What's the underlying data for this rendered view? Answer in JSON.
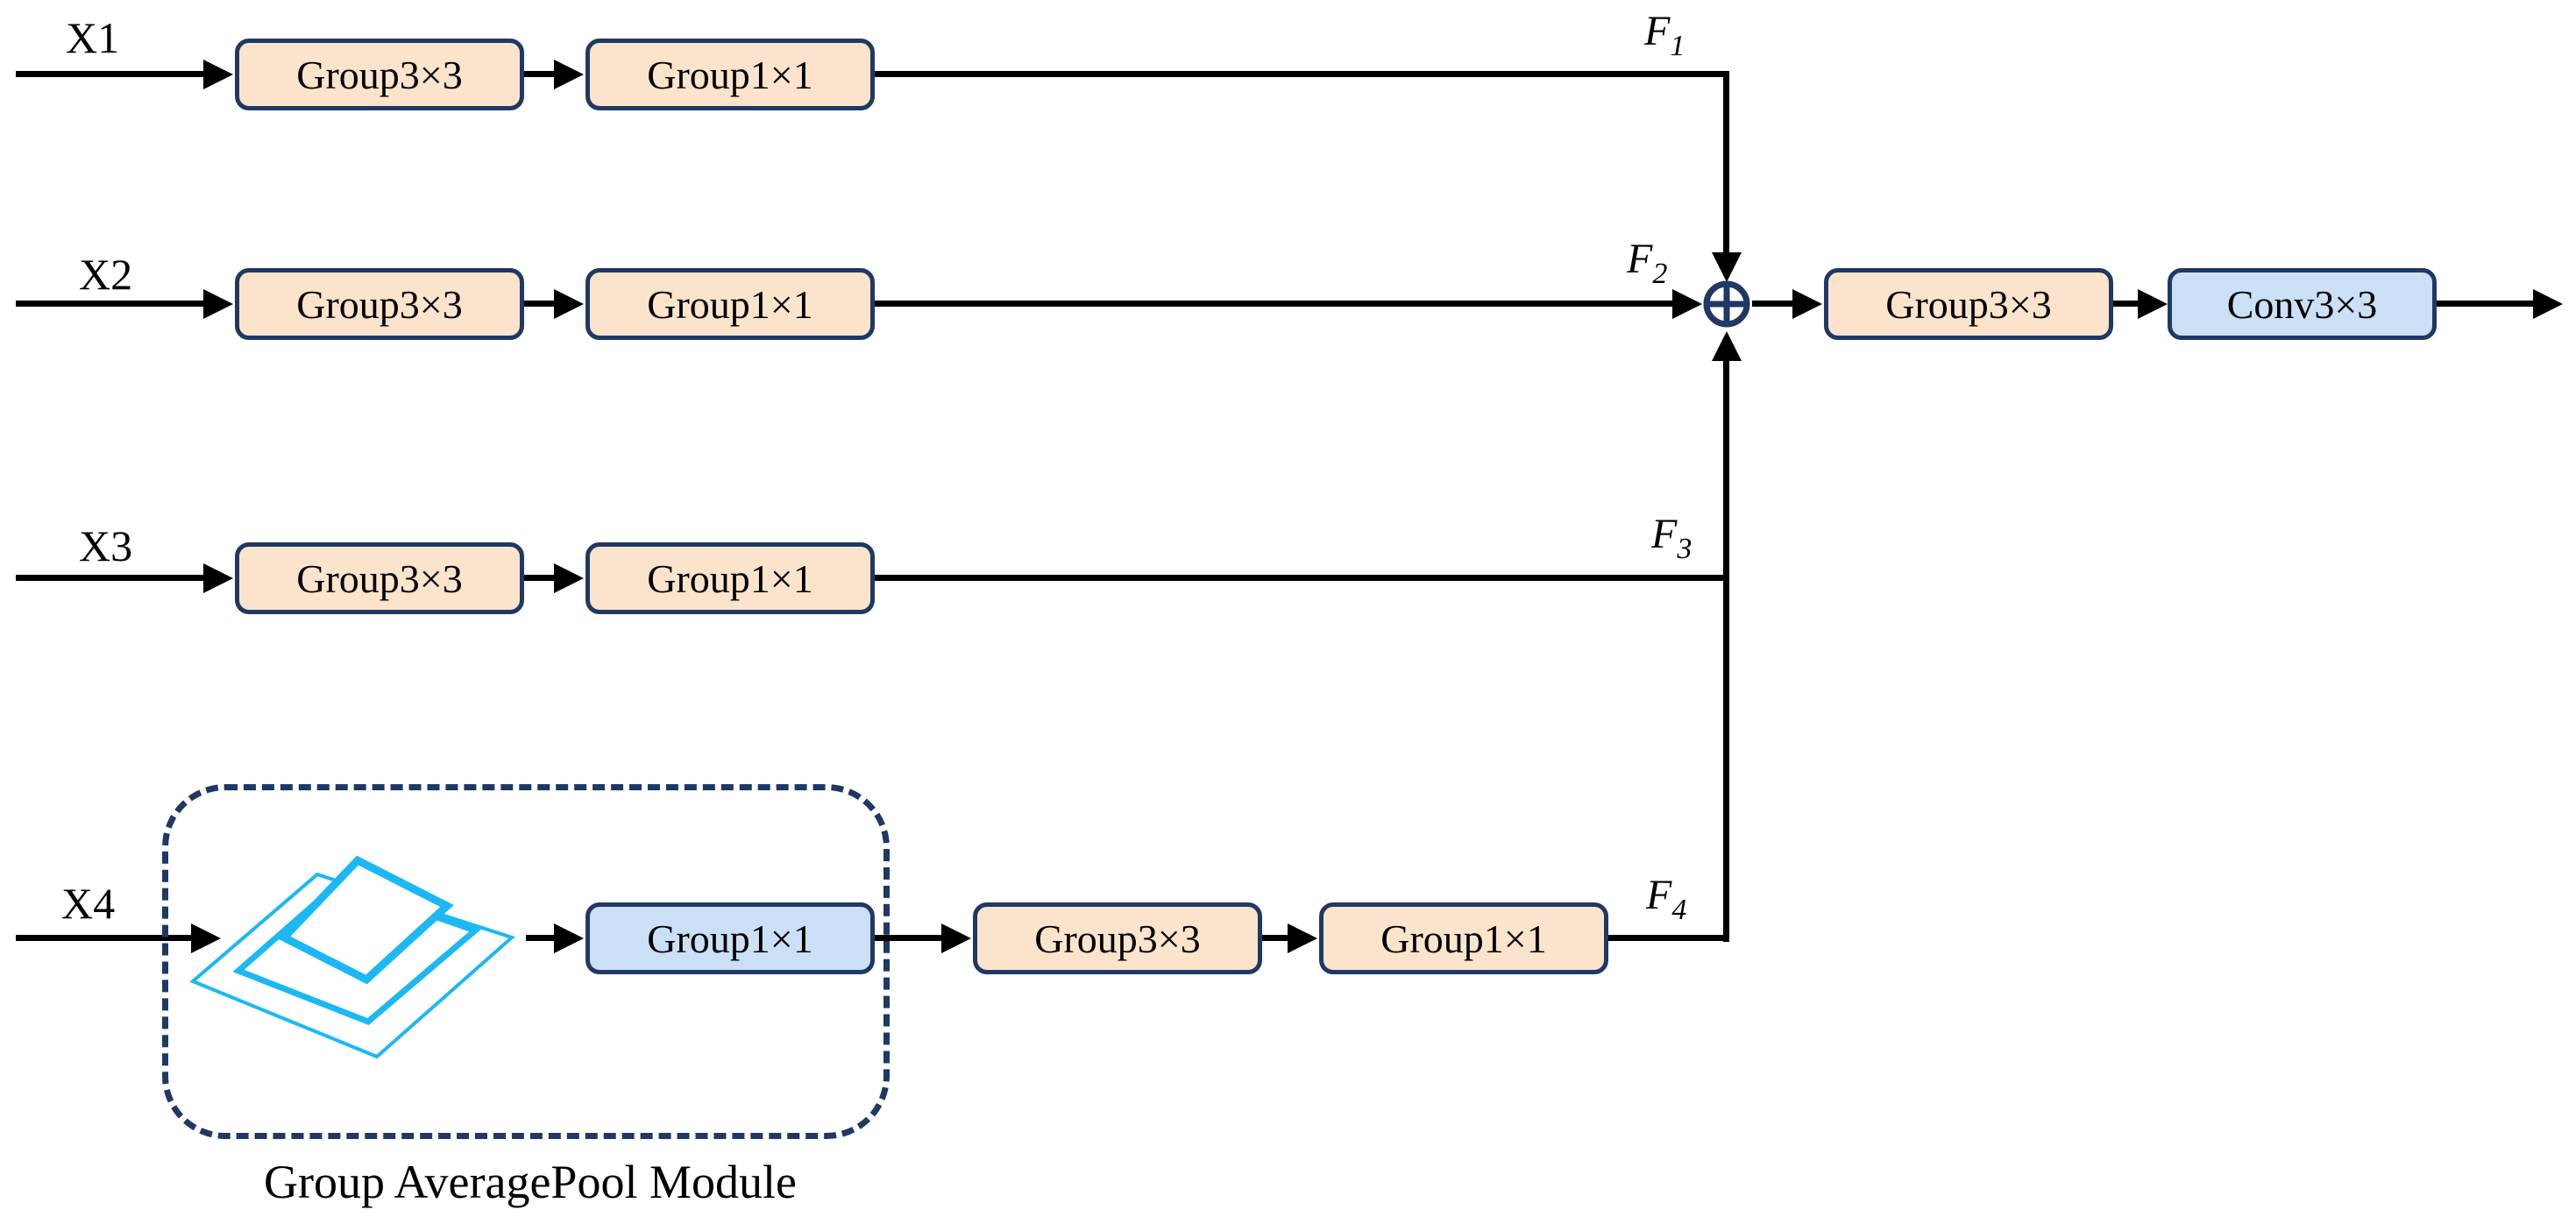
{
  "diagram": {
    "branches": [
      {
        "input": "X1",
        "feature": {
          "base": "F",
          "sub": "1"
        },
        "blocks": [
          "Group3×3",
          "Group1×1"
        ]
      },
      {
        "input": "X2",
        "feature": {
          "base": "F",
          "sub": "2"
        },
        "blocks": [
          "Group3×3",
          "Group1×1"
        ]
      },
      {
        "input": "X3",
        "feature": {
          "base": "F",
          "sub": "3"
        },
        "blocks": [
          "Group3×3",
          "Group1×1"
        ]
      },
      {
        "input": "X4",
        "feature": {
          "base": "F",
          "sub": "4"
        },
        "blocks": [
          "Group1×1",
          "Group3×3",
          "Group1×1"
        ]
      }
    ],
    "pool_module": {
      "caption": "Group AveragePool Module",
      "icon": "pyramid-pool-icon"
    },
    "merge": {
      "symbol": "circled-plus"
    },
    "head_blocks": [
      "Group3×3",
      "Conv3×3"
    ],
    "colors": {
      "block_fill": "#FBE4CB",
      "block_border": "#1F3864",
      "blue_block_fill": "#CBE0F6",
      "pool_icon_cyan": "#1CB8F5",
      "connector": "#000000",
      "module_border": "#1F3864"
    }
  }
}
